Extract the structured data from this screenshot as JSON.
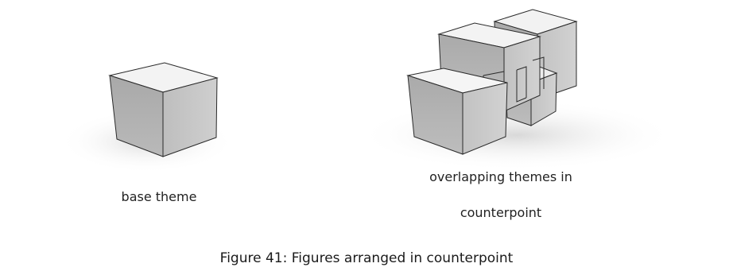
{
  "figure": {
    "left_label": "base theme",
    "right_label_line1": "overlapping themes in",
    "right_label_line2": "counterpoint",
    "caption": "Figure 41:  Figures arranged in counterpoint"
  },
  "colors": {
    "background": "#ffffff",
    "cube_top": "#f2f2f2",
    "cube_front": "#b0b0b0",
    "cube_side": "#c4c4c4",
    "edge": "#2a2a2a"
  }
}
